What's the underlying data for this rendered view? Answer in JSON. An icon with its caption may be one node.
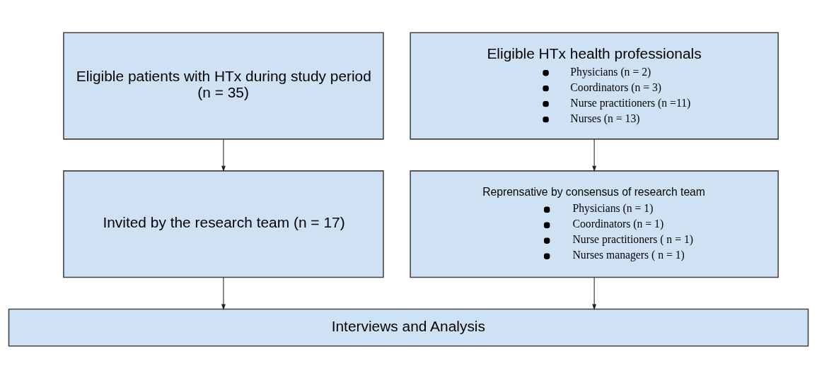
{
  "diagram": {
    "nodes": [
      {
        "text": [
          "Eligible patients with HTx during study period (n = 35)"
        ]
      },
      {
        "text": [
          "Eligible HTx health professionals",
          "Physicians (n = 2)",
          "Coordinators (n = 3)",
          "Nurse practitioners (n =11)",
          "Nurses (n = 13)"
        ]
      },
      {
        "text": [
          "Invited by the research team (n = 17)"
        ]
      },
      {
        "text": [
          "Reprensative by consensus of research team",
          "Physicians (n = 1)",
          "Coordinators (n = 1)",
          "Nurse practitioners ( n = 1)",
          "Nurses managers ( n = 1)"
        ]
      },
      {
        "text": [
          "Interviews and Analysis"
        ]
      }
    ],
    "edges": [
      {
        "from": 0,
        "to": 2,
        "arrow": "to"
      },
      {
        "from": 1,
        "to": 3,
        "arrow": "to"
      },
      {
        "from": 2,
        "to": 4,
        "arrow": "to"
      },
      {
        "from": 3,
        "to": 4,
        "arrow": "to"
      }
    ]
  }
}
